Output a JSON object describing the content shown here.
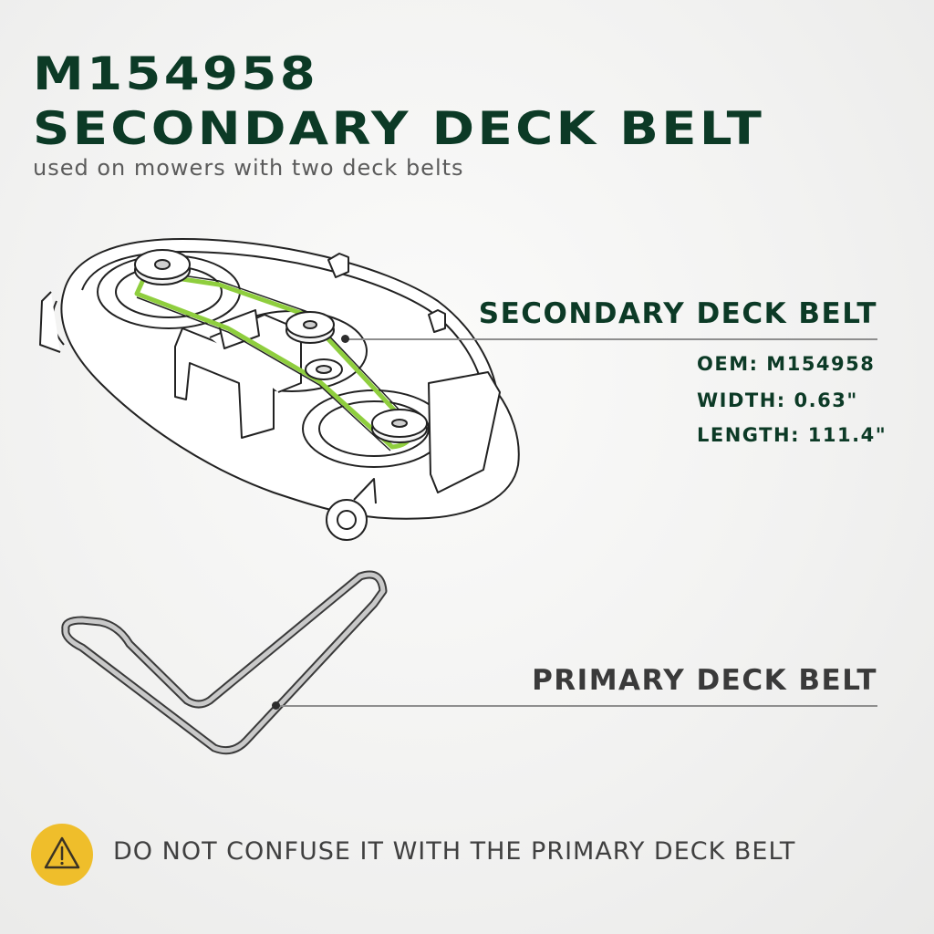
{
  "header": {
    "part_number": "M154958",
    "title": "SECONDARY DECK BELT",
    "subtitle": "used on mowers with two deck belts"
  },
  "secondary_label": {
    "heading": "SECONDARY DECK BELT",
    "specs": {
      "oem": "OEM: M154958",
      "width": "WIDTH: 0.63\"",
      "length": "LENGTH: 111.4\""
    }
  },
  "primary_label": {
    "heading": "PRIMARY DECK BELT"
  },
  "warning": {
    "icon": "warning-triangle-icon",
    "text": "DO NOT CONFUSE IT WITH THE PRIMARY DECK BELT"
  },
  "colors": {
    "title": "#0c3a26",
    "secondary_belt": "#8fce3e",
    "warning_badge": "#efbe2b"
  }
}
